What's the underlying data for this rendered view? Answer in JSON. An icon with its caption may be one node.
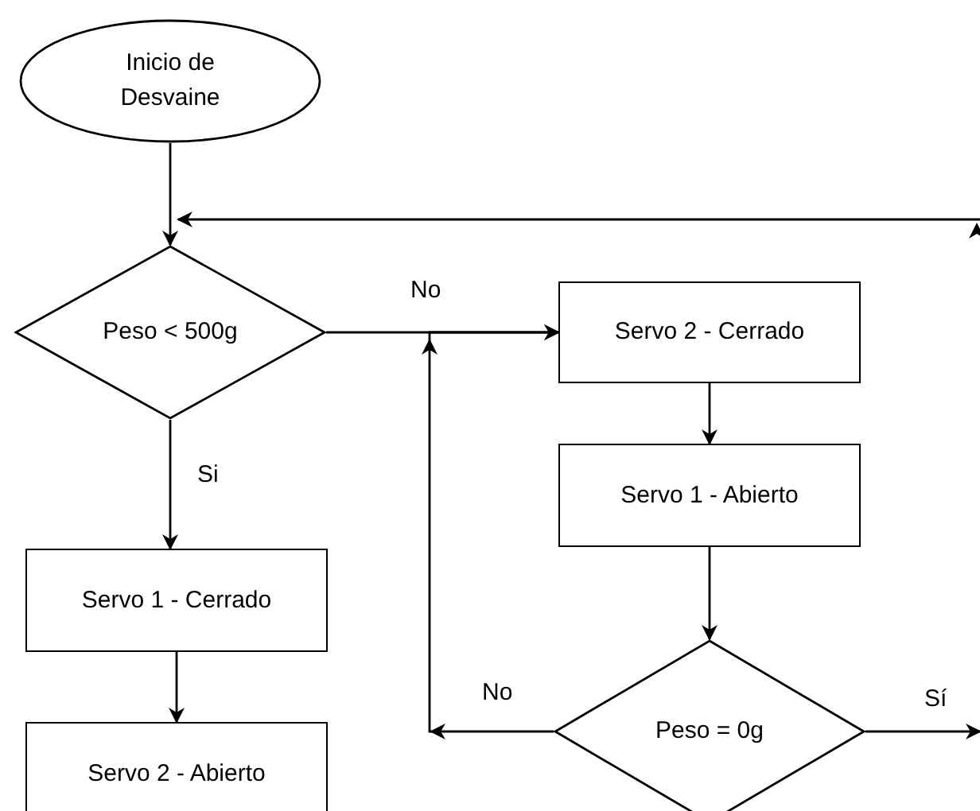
{
  "diagram": {
    "nodes": [
      {
        "text": [
          "Inicio de Desvaine"
        ]
      },
      {
        "text": [
          "Peso < 500g"
        ]
      },
      {
        "text": [
          "Servo 2 - Cerrado"
        ]
      },
      {
        "text": [
          "Servo 1 - Abierto"
        ]
      },
      {
        "text": [
          "Servo 1 - Cerrado"
        ]
      },
      {
        "text": [
          "Peso = 0g"
        ]
      },
      {
        "text": [
          "Servo 2 - Abierto"
        ]
      }
    ],
    "edges": [
      {
        "from": 0,
        "to": 1,
        "arrow": "to"
      },
      {
        "from": null,
        "to": 1,
        "arrow": "to"
      },
      {
        "from": 1,
        "to": 2,
        "arrow": "to",
        "label": "No"
      },
      {
        "from": 2,
        "to": 3,
        "arrow": "to"
      },
      {
        "from": 3,
        "to": 5,
        "arrow": "to"
      },
      {
        "from": 5,
        "to": 2,
        "arrow": "to",
        "label": "No"
      },
      {
        "from": 1,
        "to": 4,
        "arrow": "to",
        "label": "Si"
      },
      {
        "from": 4,
        "to": 6,
        "arrow": "to"
      },
      {
        "from": 5,
        "to": null,
        "arrow": "to",
        "label": "Sí"
      }
    ]
  }
}
